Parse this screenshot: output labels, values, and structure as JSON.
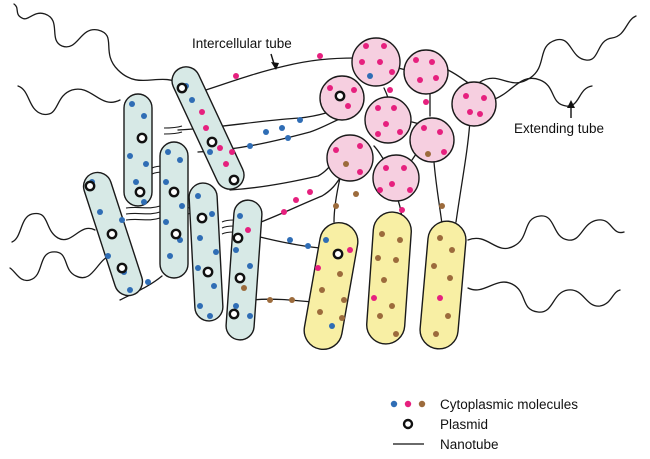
{
  "labels": {
    "intercellular_tube": "Intercellular tube",
    "extending_tube": "Extending tube"
  },
  "legend": {
    "cytoplasmic": "Cytoplasmic molecules",
    "plasmid": "Plasmid",
    "nanotube": "Nanotube"
  },
  "colors": {
    "blue": "#2f6db5",
    "pink": "#e6207e",
    "brown": "#9c6b3c",
    "cell_blue_fill": "#d7e9e6",
    "cell_yellow_fill": "#f8efa4",
    "cell_pink_fill": "#f6cfe0"
  }
}
